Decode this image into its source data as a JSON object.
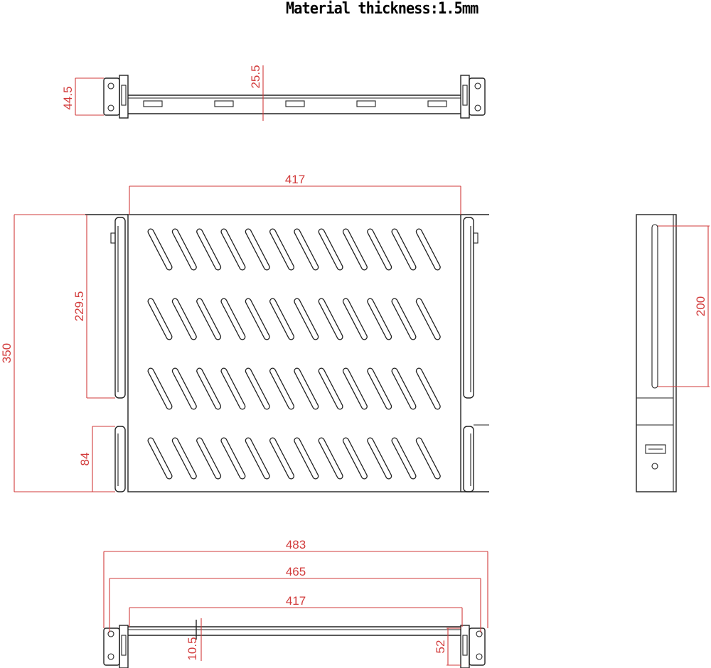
{
  "title": "Material thickness:1.5mm",
  "top_view": {
    "dim_height": "44.5",
    "dim_depth": "25.5"
  },
  "front_view": {
    "dim_width": "417",
    "dim_total": "350",
    "dim_upper": "229.5",
    "dim_lower": "84"
  },
  "side_view": {
    "dim_rail": "200"
  },
  "bottom_view": {
    "dim_483": "483",
    "dim_465": "465",
    "dim_417": "417",
    "dim_10_5": "10.5",
    "dim_52": "52"
  }
}
